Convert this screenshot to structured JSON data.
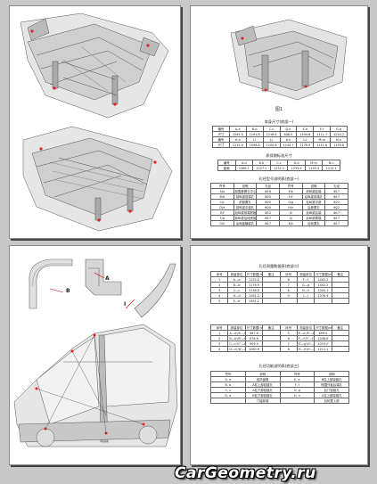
{
  "page1": {},
  "page2": {
    "caption": "图1",
    "table1": {
      "title": "车身尺寸(底部一)",
      "rows": [
        [
          "编号",
          "A-a",
          "B-b",
          "C-c",
          "D-d",
          "E-e",
          "F-f",
          "G-g"
        ],
        [
          "尺寸",
          "1045.5",
          "1191.8",
          "1216.8",
          "848.5",
          "1439.6",
          "1111.7",
          "1253.2"
        ],
        [
          "编号",
          "H-h",
          "I-i",
          "J-j",
          "K-k",
          "L-l",
          "M-m",
          "N-n"
        ],
        [
          "尺寸",
          "1115.4",
          "1098.8",
          "1200.6",
          "1244.7",
          "1176.9",
          "1211.6",
          "1193.8"
        ]
      ]
    },
    "table2": {
      "title": "质保期标准尺寸",
      "rows": [
        [
          "编号",
          "A-d",
          "B-b",
          "C-c",
          "D-d",
          "M-m",
          "N-n"
        ],
        [
          "距离",
          "1186.1",
          "1227.1",
          "1224.3",
          "1233.9",
          "1193.3",
          "1213.1"
        ]
      ]
    },
    "table3": {
      "title": "孔径型号说明表(底部一)",
      "rows": [
        [
          "符号",
          "说明",
          "孔径",
          "符号",
          "说明",
          "孔径"
        ],
        [
          "A/a",
          "前围悬置孔中心距",
          "Φ16",
          "E/e",
          "前纵梁后端",
          "Φ17"
        ],
        [
          "B/b",
          "前纵梁前端孔",
          "Φ20",
          "F/f",
          "后纵梁前端孔",
          "Φ17"
        ],
        [
          "C/c",
          "前悬置孔",
          "Φ20",
          "G/g",
          "后纵梁中部",
          "Φ22"
        ],
        [
          "D/d",
          "前纵梁中部孔",
          "Φ20",
          "H/h",
          "后悬置孔",
          "Φ22"
        ],
        [
          "E/f",
          "后纵梁前端底板孔",
          "Φ12",
          "I/i",
          "后纵梁后端",
          "Φ17"
        ],
        [
          "F/g",
          "前纵梁后段底板孔",
          "Φ17",
          "J/j",
          "后纵梁尾端",
          "Φ17"
        ],
        [
          "G/h",
          "后地板横梁孔",
          "Φ17",
          "K/k",
          "后轮罩孔",
          "Φ17"
        ]
      ]
    }
  },
  "page3": {
    "callouts": [
      "B",
      "A",
      "I"
    ]
  },
  "page4": {
    "table1": {
      "title": "孔径测量数据表(底部二)",
      "rows": [
        [
          "序号",
          "测量部位",
          "尺寸数据(mm)",
          "备注",
          "序号",
          "测量部位",
          "尺寸数据(mm)",
          "备注"
        ],
        [
          "1",
          "A—a",
          "1125.0",
          "",
          "6",
          "F—f",
          "1402.2",
          ""
        ],
        [
          "2",
          "B—b",
          "1176.9",
          "",
          "7",
          "G—g",
          "1402.2",
          ""
        ],
        [
          "3",
          "C—c",
          "1136.0",
          "",
          "8",
          "H—h",
          "1300.1",
          ""
        ],
        [
          "4",
          "D—d",
          "1261.3",
          "",
          "9",
          "I—i",
          "1376.4",
          ""
        ],
        [
          "5",
          "E—e",
          "1361.2",
          "",
          "",
          "",
          "",
          ""
        ]
      ]
    },
    "table2": {
      "rows": [
        [
          "序号",
          "测量部位",
          "尺寸数据(mm)",
          "备注",
          "序号",
          "测量部位",
          "尺寸数据(mm)",
          "备注"
        ],
        [
          "1",
          "A—a'/A'—a",
          "567.6",
          "",
          "5",
          "E—e'/E'—e",
          "699.0",
          ""
        ],
        [
          "2",
          "B—b'/B'—b",
          "876.6",
          "",
          "6",
          "F—f'/F'—f",
          "1038.6",
          ""
        ],
        [
          "3",
          "C—c'/C'—c",
          "903.9",
          "",
          "7",
          "G—g'/G'—g",
          "1015.0",
          ""
        ],
        [
          "4",
          "D—d'/D'—d",
          "1060.9",
          "",
          "8",
          "H—h'/H'—h",
          "1211.1",
          ""
        ]
      ]
    },
    "table3": {
      "title": "孔径功能说明表(底部三)",
      "rows": [
        [
          "符号",
          "说明",
          "符号",
          "说明"
        ],
        [
          "A, a",
          "前风窗角",
          "E, e",
          "B柱上部铰链孔"
        ],
        [
          "B, b",
          "A柱上部铰链孔",
          "F, f",
          "侧围外板后端孔"
        ],
        [
          "C, c",
          "A柱下部铰链孔",
          "G, g",
          "后门铰链孔"
        ],
        [
          "D, d",
          "B柱下部铰链孔",
          "H, h",
          "C柱上部铰链孔"
        ],
        [
          "",
          "门槛前端",
          "",
          "后轮罩上部"
        ]
      ]
    }
  },
  "brand": "CarGeometry.ru"
}
